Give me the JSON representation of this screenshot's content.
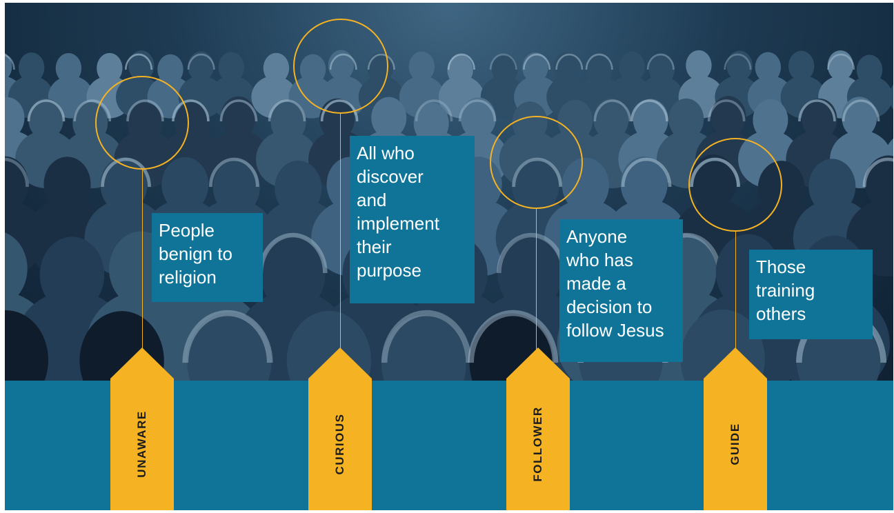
{
  "colors": {
    "accent": "#f5b324",
    "band": "#0f7497",
    "photo_tint": "#1d3a52"
  },
  "background": {
    "image": "crowd-photo-blue-tint"
  },
  "stages": [
    {
      "label": "UNAWARE",
      "description": "People\nbenign to\nreligion"
    },
    {
      "label": "CURIOUS",
      "description": "All who\ndiscover\nand\nimplement\ntheir\npurpose"
    },
    {
      "label": "FOLLOWER",
      "description": "Anyone\nwho has\nmade a\ndecision to\nfollow Jesus"
    },
    {
      "label": "GUIDE",
      "description": "Those\ntraining\nothers"
    }
  ]
}
